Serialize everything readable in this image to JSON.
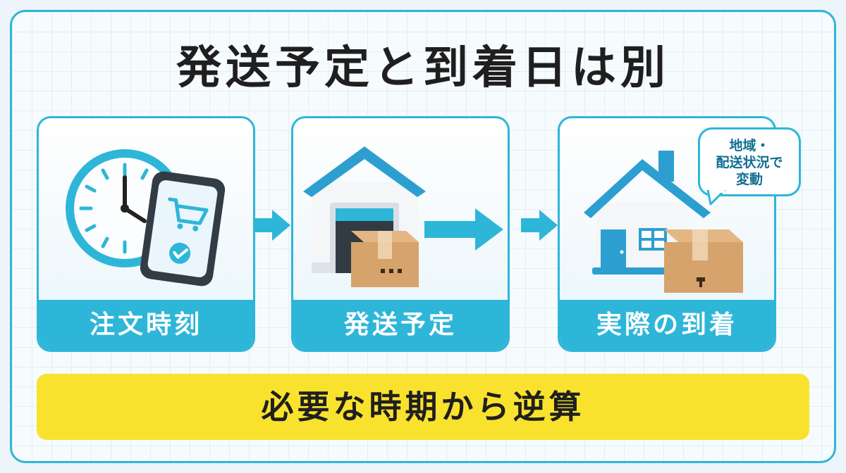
{
  "title": "発送予定と到着日は別",
  "steps": [
    {
      "label": "注文時刻",
      "icon": "clock-and-phone-cart-icon"
    },
    {
      "label": "発送予定",
      "icon": "warehouse-with-parcel-icon"
    },
    {
      "label": "実際の到着",
      "icon": "house-with-parcel-icon"
    }
  ],
  "bubble": {
    "line1": "地域・",
    "line2": "配送状況で",
    "line3": "変動"
  },
  "banner": "必要な時期から逆算",
  "colors": {
    "accent": "#2eb6d8",
    "banner": "#f9e22e",
    "text": "#1f1f1f"
  }
}
